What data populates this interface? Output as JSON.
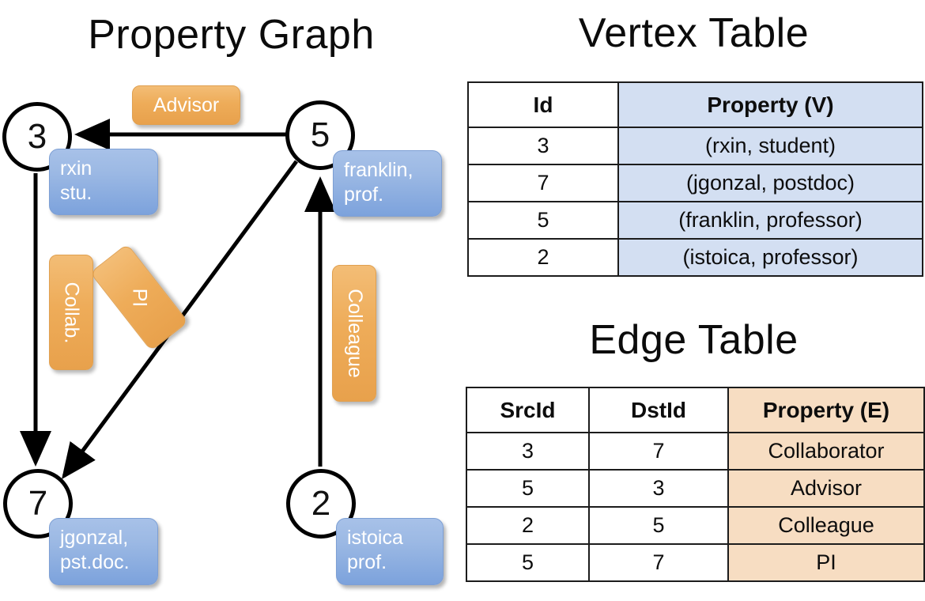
{
  "titles": {
    "property_graph": "Property Graph",
    "vertex_table": "Vertex Table",
    "edge_table": "Edge Table"
  },
  "graph": {
    "nodes": [
      {
        "id": "3",
        "label": "3",
        "property_line1": "rxin",
        "property_line2": "stu."
      },
      {
        "id": "5",
        "label": "5",
        "property_line1": "franklin,",
        "property_line2": "prof."
      },
      {
        "id": "7",
        "label": "7",
        "property_line1": "jgonzal,",
        "property_line2": "pst.doc."
      },
      {
        "id": "2",
        "label": "2",
        "property_line1": "istoica",
        "property_line2": "prof."
      }
    ],
    "edge_labels": [
      {
        "name": "advisor",
        "text": "Advisor"
      },
      {
        "name": "collab",
        "text": "Collab."
      },
      {
        "name": "pi",
        "text": "PI"
      },
      {
        "name": "colleague",
        "text": "Colleague"
      }
    ]
  },
  "vertex_table": {
    "headers": [
      "Id",
      "Property (V)"
    ],
    "rows": [
      {
        "id": "3",
        "property": "(rxin, student)"
      },
      {
        "id": "7",
        "property": "(jgonzal, postdoc)"
      },
      {
        "id": "5",
        "property": "(franklin, professor)"
      },
      {
        "id": "2",
        "property": "(istoica, professor)"
      }
    ]
  },
  "edge_table": {
    "headers": [
      "SrcId",
      "DstId",
      "Property (E)"
    ],
    "rows": [
      {
        "src": "3",
        "dst": "7",
        "property": "Collaborator"
      },
      {
        "src": "5",
        "dst": "3",
        "property": "Advisor"
      },
      {
        "src": "2",
        "dst": "5",
        "property": "Colleague"
      },
      {
        "src": "5",
        "dst": "7",
        "property": "PI"
      }
    ]
  },
  "colors": {
    "vertex_property_cell": "#d3dff2",
    "edge_property_cell": "#f7ddc2",
    "node_box": "#8fb0e2",
    "edge_label_box": "#eeac59",
    "border": "#1c1c1c"
  }
}
